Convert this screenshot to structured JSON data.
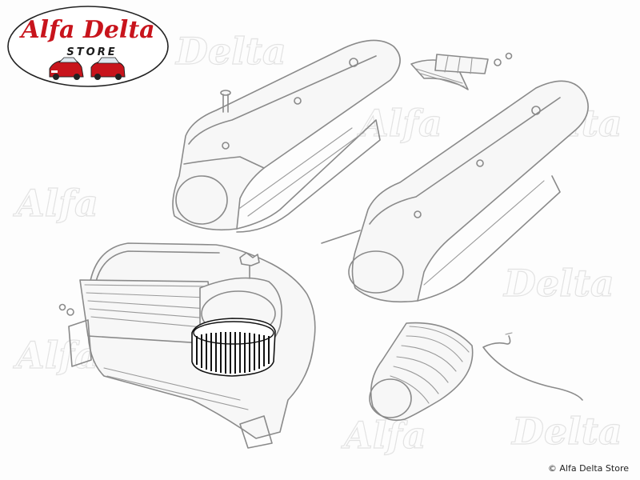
{
  "logo": {
    "title": "Alfa Delta",
    "subtitle": "STORE"
  },
  "watermarks": [
    "Alfa",
    "Delta",
    "Alfa",
    "Delta",
    "Alfa",
    "Delta",
    "Alfa",
    "Delta"
  ],
  "copyright": "© Alfa Delta Store",
  "colors": {
    "logo_red": "#c8141c",
    "line_gray": "#8a8a8a",
    "watermark_gray": "#e3e3e3"
  }
}
